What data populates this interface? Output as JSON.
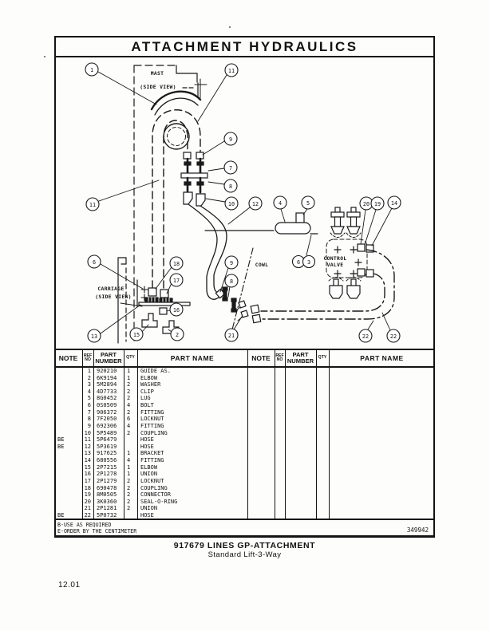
{
  "page": {
    "title": "ATTACHMENT HYDRAULICS",
    "doc_number": "349942",
    "caption_line1": "917679 LINES GP-ATTACHMENT",
    "caption_line2": "Standard Lift-3-Way",
    "page_number": "12.01"
  },
  "diagram": {
    "labels": {
      "mast_line1": "MAST",
      "mast_line2": "(SIDE VIEW)",
      "carriage_line1": "CARRIAGE",
      "carriage_line2": "(SIDE VIEW)",
      "cowl": "COWL",
      "valve_line1": "CONTROL",
      "valve_line2": "VALVE"
    },
    "callouts": [
      "1",
      "11",
      "9",
      "7",
      "8",
      "10",
      "12",
      "11",
      "4",
      "5",
      "20",
      "19",
      "14",
      "6",
      "3",
      "6",
      "13",
      "18",
      "17",
      "16",
      "15",
      "2",
      "9",
      "8",
      "21",
      "22",
      "22"
    ]
  },
  "table": {
    "headers": {
      "note": "NOTE",
      "ref_line1": "REF",
      "ref_line2": "NO",
      "part_line1": "PART",
      "part_line2": "NUMBER",
      "qty": "QTY",
      "name": "PART NAME"
    },
    "rows": [
      {
        "note": "",
        "ref": "1",
        "part": "920210",
        "qty": "1",
        "name": "GUIDE AS."
      },
      {
        "note": "",
        "ref": "2",
        "part": "6K9194",
        "qty": "1",
        "name": "ELBOW"
      },
      {
        "note": "",
        "ref": "3",
        "part": "5M2894",
        "qty": "2",
        "name": "WASHER"
      },
      {
        "note": "",
        "ref": "4",
        "part": "4D7733",
        "qty": "2",
        "name": "CLIP"
      },
      {
        "note": "",
        "ref": "5",
        "part": "8G0452",
        "qty": "2",
        "name": "LUG"
      },
      {
        "note": "",
        "ref": "6",
        "part": "0S0509",
        "qty": "4",
        "name": "BOLT"
      },
      {
        "note": "",
        "ref": "7",
        "part": "906372",
        "qty": "2",
        "name": "FITTING"
      },
      {
        "note": "",
        "ref": "8",
        "part": "7F2050",
        "qty": "6",
        "name": "LOCKNUT"
      },
      {
        "note": "",
        "ref": "9",
        "part": "692306",
        "qty": "4",
        "name": "FITTING"
      },
      {
        "note": "",
        "ref": "10",
        "part": "5P5489",
        "qty": "2",
        "name": "COUPLING"
      },
      {
        "note": "BE",
        "ref": "11",
        "part": "5P6479",
        "qty": "",
        "name": "HOSE"
      },
      {
        "note": "BE",
        "ref": "12",
        "part": "5P3619",
        "qty": "",
        "name": "HOSE"
      },
      {
        "note": "",
        "ref": "13",
        "part": "917625",
        "qty": "1",
        "name": "BRACKET"
      },
      {
        "note": "",
        "ref": "14",
        "part": "680556",
        "qty": "4",
        "name": "FITTING"
      },
      {
        "note": "",
        "ref": "15",
        "part": "2P7215",
        "qty": "1",
        "name": "ELBOW"
      },
      {
        "note": "",
        "ref": "16",
        "part": "2P1278",
        "qty": "1",
        "name": "UNION"
      },
      {
        "note": "",
        "ref": "17",
        "part": "2P1279",
        "qty": "2",
        "name": "LOCKNUT"
      },
      {
        "note": "",
        "ref": "18",
        "part": "690478",
        "qty": "2",
        "name": "COUPLING"
      },
      {
        "note": "",
        "ref": "19",
        "part": "8M0505",
        "qty": "2",
        "name": "CONNECTOR"
      },
      {
        "note": "",
        "ref": "20",
        "part": "3K0360",
        "qty": "2",
        "name": "SEAL-O-RING"
      },
      {
        "note": "",
        "ref": "21",
        "part": "2P1281",
        "qty": "2",
        "name": "UNION"
      },
      {
        "note": "BE",
        "ref": "22",
        "part": "5P0732",
        "qty": "",
        "name": "HOSE"
      }
    ],
    "footnote_line1": "B-USE AS REQUIRED",
    "footnote_line2": "E-ORDER BY THE CENTIMETER"
  }
}
